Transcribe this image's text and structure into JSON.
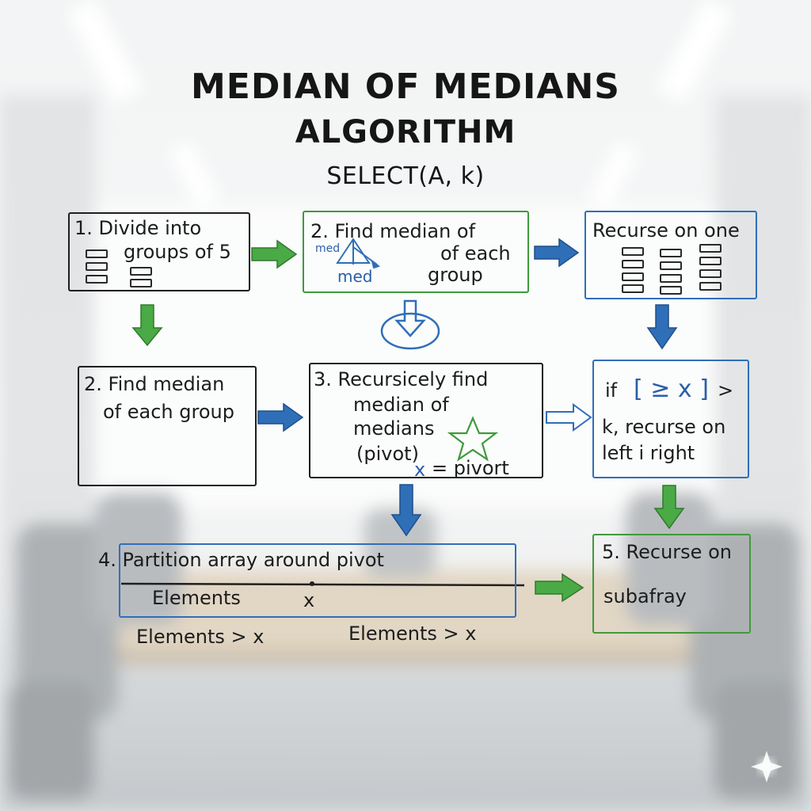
{
  "title": {
    "line1": "MEDIAN OF MEDIANS",
    "line2": "ALGORITHM",
    "line3": "SELECT(A, k)"
  },
  "steps": {
    "divide": {
      "line1": "1. Divide into",
      "line2": "groups of 5"
    },
    "find_top": {
      "line1": "2. Find median of",
      "line2": "of each",
      "line3": "group",
      "diagram_label_small": "med",
      "diagram_label": "med"
    },
    "recurse_one": {
      "line1": "Recurse on one"
    },
    "find_median": {
      "line1": "2. Find median",
      "line2": "of each group"
    },
    "recursive_find": {
      "line1": "3. Recursicely find",
      "line2": "median of",
      "line3": "medians",
      "line4": "(pivot)",
      "pivot_var": "x",
      "pivot_eq": "= pivort"
    },
    "condition": {
      "line1_if": "if",
      "line1_expr": "[ ≥ x ]",
      "line1_gt": ">",
      "line2": "k, recurse on",
      "line3": "left i right"
    },
    "partition": {
      "label": "4. Partition array around pivot",
      "elements": "Elements",
      "x": "x",
      "below_left": "Elements > x",
      "below_right": "Elements > x"
    },
    "recurse_sub": {
      "line1": "5. Recurse on",
      "line2": "subafray"
    }
  },
  "colors": {
    "ink": "#1c1c1c",
    "green": "#3f9a3b",
    "blue": "#2f6fb8"
  }
}
